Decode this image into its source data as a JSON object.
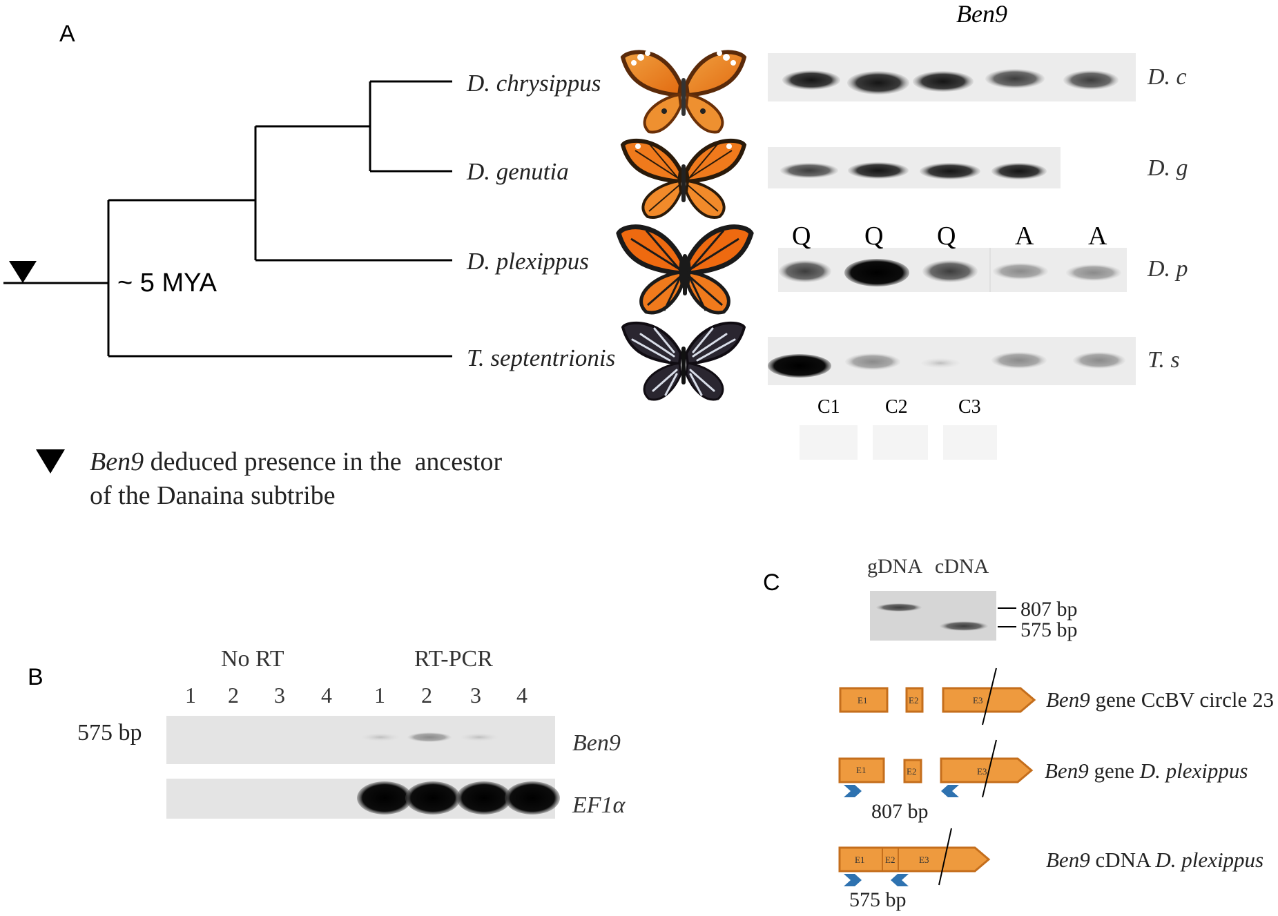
{
  "panel_labels": {
    "a": "A",
    "b": "B",
    "c": "C"
  },
  "panel_a": {
    "gene_title": "Ben9",
    "divergence_label": "~ 5 MYA",
    "species": [
      {
        "name": "D. chrysippus",
        "abbr": "D. c"
      },
      {
        "name": "D. genutia",
        "abbr": "D. g"
      },
      {
        "name": "D. plexippus",
        "abbr": "D. p"
      },
      {
        "name": "T. septentrionis",
        "abbr": "T. s"
      }
    ],
    "caste_labels": [
      "Q",
      "Q",
      "Q",
      "A",
      "A"
    ],
    "controls": [
      "C1",
      "C2",
      "C3"
    ],
    "legend": {
      "gene": "Ben9",
      "line1": " deduced presence in the  ancestor",
      "line2": "of the Danaina subtribe"
    }
  },
  "panel_b": {
    "group_no_rt": "No RT",
    "group_rt_pcr": "RT-PCR",
    "lane_numbers": [
      "1",
      "2",
      "3",
      "4",
      "1",
      "2",
      "3",
      "4"
    ],
    "size_label": "575 bp",
    "gene_ben9": "Ben9",
    "gene_ef1a": "EF1α"
  },
  "panel_c": {
    "lane_gdna": "gDNA",
    "lane_cdna": "cDNA",
    "marker_807": "807 bp",
    "marker_575": "575 bp",
    "rows": [
      {
        "gene": "Ben9",
        "desc": " gene CcBV circle 23"
      },
      {
        "gene": "Ben9",
        "desc": " gene ",
        "species": "D. plexippus"
      },
      {
        "gene": "Ben9",
        "desc": " cDNA ",
        "species": "D. plexippus"
      }
    ],
    "exons": {
      "e1": "E1",
      "e2": "E2",
      "e3": "E3"
    },
    "amplicon_807": "807 bp",
    "amplicon_575": "575 bp"
  },
  "colors": {
    "exon_fill": "#EE9A3E",
    "exon_stroke": "#C46E1C",
    "primer": "#2E72B0",
    "gel_bg": "#E8E8E8"
  }
}
